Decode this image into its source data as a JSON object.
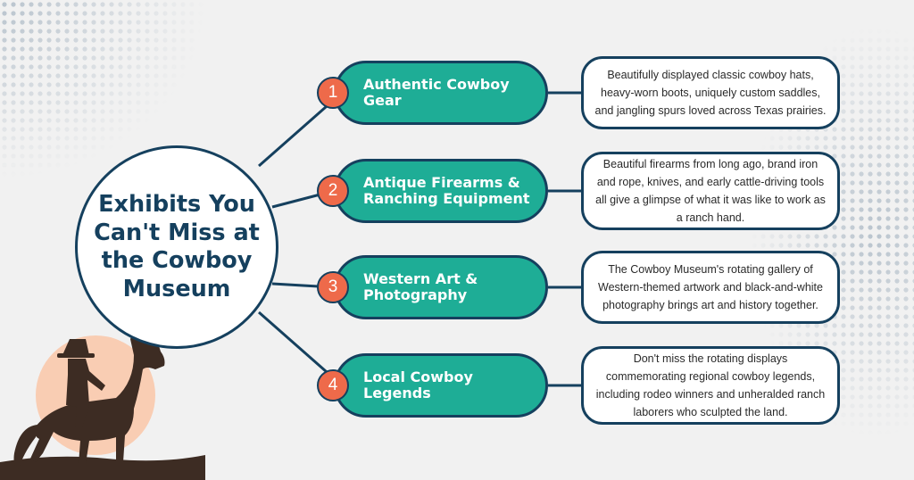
{
  "title": "Exhibits You Can't Miss at the Cowboy Museum",
  "colors": {
    "navy": "#15405e",
    "teal": "#1ead96",
    "orange": "#ee6a4a",
    "peach": "#f9cdb3",
    "silhouette": "#3d2c23"
  },
  "items": [
    {
      "number": "1",
      "label": "Authentic Cowboy Gear",
      "description": "Beautifully displayed classic cowboy hats, heavy-worn boots, uniquely custom saddles, and jangling spurs loved across Texas prairies."
    },
    {
      "number": "2",
      "label": "Antique Firearms & Ranching Equipment",
      "description": "Beautiful firearms from long ago, brand iron and rope, knives, and early cattle-driving tools all give a glimpse of what it was like to work as a ranch hand."
    },
    {
      "number": "3",
      "label": "Western Art & Photography",
      "description": "The Cowboy Museum's rotating gallery of Western-themed artwork and black-and-white photography brings art and history together."
    },
    {
      "number": "4",
      "label": "Local Cowboy Legends",
      "description": "Don't miss the rotating displays commemorating regional cowboy legends, including rodeo winners and unheralded ranch laborers who sculpted the land."
    }
  ],
  "decorations": {
    "illustration": "cowboy-on-horse-silhouette",
    "background": "halftone-dots"
  }
}
